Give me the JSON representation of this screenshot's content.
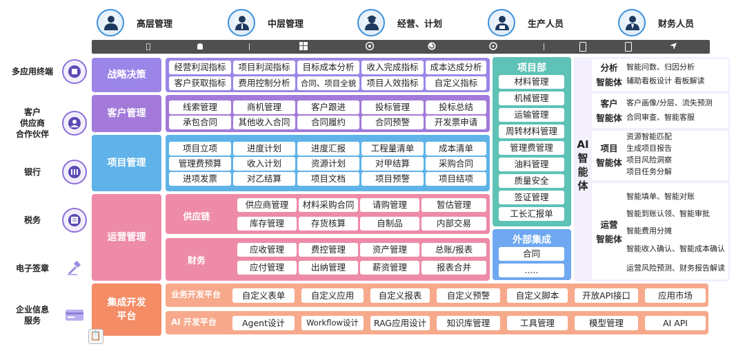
{
  "personas": [
    {
      "label": "高层管理",
      "icon": "executive-icon"
    },
    {
      "label": "中层管理",
      "icon": "manager-icon"
    },
    {
      "label": "经营、计划",
      "icon": "planner-icon"
    },
    {
      "label": "生产人员",
      "icon": "worker-icon"
    },
    {
      "label": "财务人员",
      "icon": "finance-person-icon"
    }
  ],
  "os_bar": {
    "icons": [
      "apple-icon",
      "android-icon",
      "windows-icon",
      "chrome-icon",
      "refresh-icon",
      "compass-icon",
      "tablet-icon",
      "phone-icon",
      "location-icon"
    ]
  },
  "left_items": [
    {
      "label": "多应用终端",
      "icon": "terminal-icon"
    },
    {
      "label": "客户\n供应商\n合作伙伴",
      "icon": "partner-icon"
    },
    {
      "label": "银行",
      "icon": "bank-icon"
    },
    {
      "label": "税务",
      "icon": "tax-icon"
    },
    {
      "label": "电子签章",
      "icon": "gavel-icon"
    },
    {
      "label": "企业信息\n服务",
      "icon": "card-icon"
    }
  ],
  "strategy": {
    "title": "战略决策",
    "rows": [
      [
        "经营利润指标",
        "项目利润指标",
        "目标成本分析",
        "收入完成指标",
        "成本达成分析"
      ],
      [
        "客户获取指标",
        "费用控制分析",
        "合同、项目全貌",
        "项目人效指标",
        "自定义指标"
      ]
    ]
  },
  "customer": {
    "title": "客户管理",
    "rows": [
      [
        "线索管理",
        "商机管理",
        "客户跟进",
        "投标管理",
        "投标总结"
      ],
      [
        "承包合同",
        "其他收入合同",
        "合同履约",
        "合同预警",
        "开发票申请"
      ]
    ]
  },
  "project": {
    "title": "项目管理",
    "rows": [
      [
        "项目立项",
        "进度计划",
        "进度汇报",
        "工程量清单",
        "成本清单"
      ],
      [
        "管理费预算",
        "收入计划",
        "资源计划",
        "对甲结算",
        "采购合同"
      ],
      [
        "进项发票",
        "对乙结算",
        "项目文档",
        "项目预警",
        "项目结项"
      ]
    ]
  },
  "operation": {
    "title": "运营管理",
    "supply": {
      "title": "供应链",
      "rows": [
        [
          "供应商管理",
          "材料采购合同",
          "请购管理",
          "暂估管理"
        ],
        [
          "库存管理",
          "存货核算",
          "自制品",
          "内部交易"
        ]
      ]
    },
    "finance": {
      "title": "财务",
      "rows": [
        [
          "应收管理",
          "费控管理",
          "资产管理",
          "总账/报表"
        ],
        [
          "应付管理",
          "出纳管理",
          "薪资管理",
          "报表合并"
        ]
      ]
    }
  },
  "project_dept": {
    "title": "项目部",
    "items": [
      "材料管理",
      "机械管理",
      "运输管理",
      "周转材料管理",
      "管理费管理",
      "油料管理",
      "质量安全",
      "签证管理",
      "工长汇报单"
    ]
  },
  "external": {
    "title": "外部集成",
    "items": [
      "合同",
      "....."
    ]
  },
  "ai": {
    "vertical": "AI\n智\n能\n体",
    "blocks": [
      {
        "name": "分析\n智能体",
        "lines": [
          "智能问数、归因分析",
          "辅助看板设计 看板解读"
        ]
      },
      {
        "name": "客户\n智能体",
        "lines": [
          "客户画像/分层、流失预测",
          "合同审查、智能客服"
        ]
      },
      {
        "name": "项目\n智能体",
        "lines": [
          "资源智能匹配",
          "生成项目报告",
          "项目风险洞察",
          "项目任务分解"
        ]
      },
      {
        "name": "运营\n智能体",
        "lines": [
          "智能填单、智能对账",
          "智能到账认领、智能审批",
          "智能费用分摊",
          "智能收入确认、智能成本确认",
          "运营风险预测、财务报告解读"
        ]
      }
    ]
  },
  "integration": {
    "title": "集成开发\n平台",
    "business": {
      "label": "业务开发平台",
      "items": [
        "自定义表单",
        "自定义应用",
        "自定义报表",
        "自定义预警",
        "自定义脚本",
        "开放API接口",
        "应用市场"
      ]
    },
    "ai_dev": {
      "label": "AI 开发平台",
      "items": [
        "Agent设计",
        "Workflow设计",
        "RAG应用设计",
        "知识库管理",
        "工具管理",
        "模型管理",
        "AI API"
      ]
    }
  },
  "colors": {
    "strategy": "#9b86e8",
    "customer": "#a37ad9",
    "project": "#5fb3e8",
    "operation": "#ee8ba8",
    "integration": "#f48c66",
    "project_dept": "#5ec2b6",
    "external": "#6fa8f0"
  }
}
